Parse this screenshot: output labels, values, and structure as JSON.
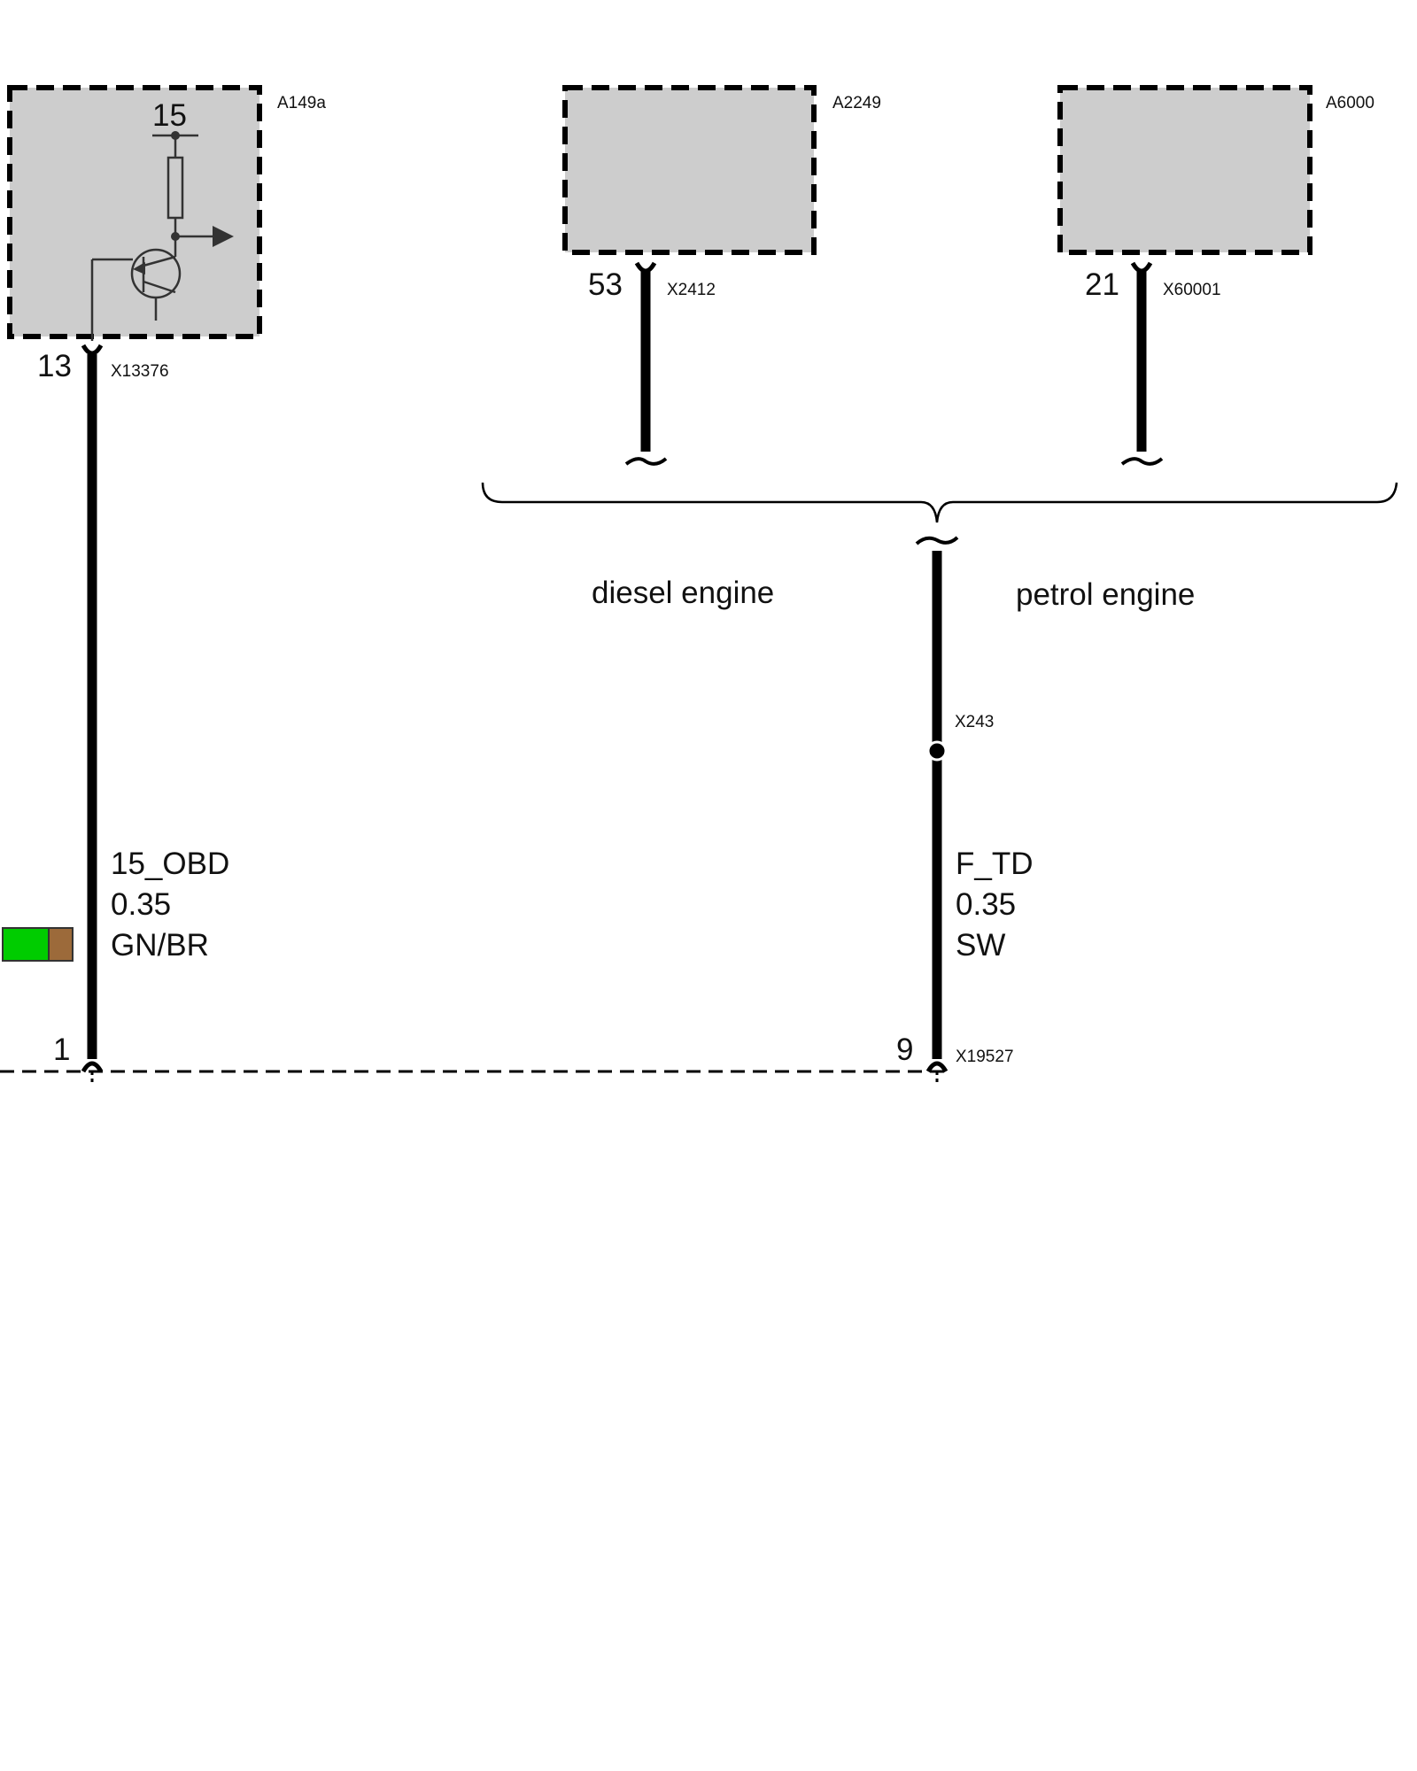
{
  "components": [
    {
      "id": "A149a",
      "pin": "13",
      "connector": "X13376"
    },
    {
      "id": "A2249",
      "pin": "53",
      "connector": "X2412"
    },
    {
      "id": "A6000",
      "pin": "21",
      "connector": "X60001"
    }
  ],
  "internal_supply_label": "15",
  "groups": {
    "left": "diesel engine",
    "right": "petrol engine"
  },
  "splice_connector": "X243",
  "wires": [
    {
      "signal": "15_OBD",
      "gauge": "0.35",
      "color_code": "GN/BR",
      "end_pin": "1",
      "swatch": [
        "#00cc00",
        "#9c6a3a"
      ]
    },
    {
      "signal": "F_TD",
      "gauge": "0.35",
      "color_code": "SW",
      "end_pin": "9"
    }
  ],
  "bottom_connector": "X19527"
}
